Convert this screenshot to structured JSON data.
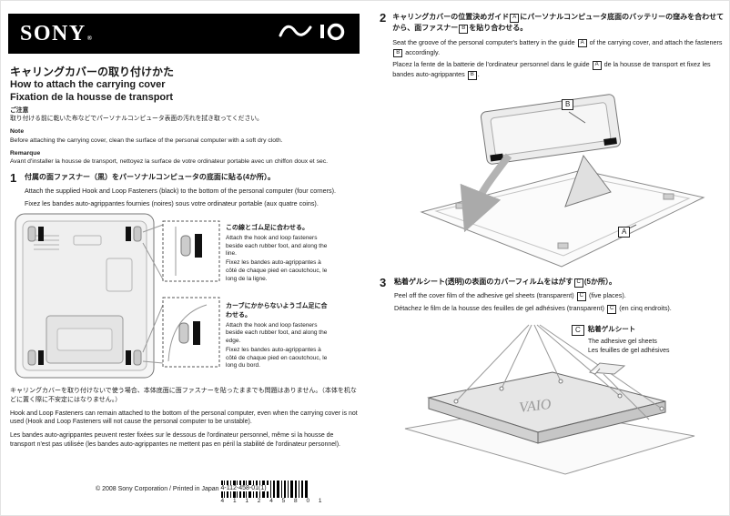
{
  "header": {
    "sony": "SONY",
    "sony_mark": "®",
    "vaio": "VAIO"
  },
  "title": {
    "ja": "キャリングカバーの取り付けかた",
    "en": "How to attach the carrying cover",
    "fr": "Fixation de la housse de transport"
  },
  "notice": {
    "ja_label": "ご注意",
    "ja": "取り付ける前に乾いた布などでパーソナルコンピュータ表面の汚れを拭き取ってください。",
    "en_label": "Note",
    "en": "Before attaching the carrying cover, clean the surface of the personal computer with a soft dry cloth.",
    "fr_label": "Remarque",
    "fr": "Avant d'installer la housse de transport, nettoyez la surface de votre ordinateur portable avec un chiffon doux et sec."
  },
  "step1": {
    "num": "1",
    "ja": "付属の面ファスナー（黒）をパーソナルコンピュータの底面に貼る(4か所）。",
    "en": "Attach the supplied Hook and Loop Fasteners (black) to the bottom of the personal computer (four corners).",
    "fr": "Fixez les bandes auto-agrippantes fournies (noires) sous votre ordinateur portable (aux quatre coins).",
    "callout_line": {
      "ja": "この線とゴム足に合わせる。",
      "en": "Attach the hook and loop fasteners beside each rubber foot, and along the line.",
      "fr": "Fixez les bandes auto-agrippantes à côté de chaque pied en caoutchouc, le long de la ligne."
    },
    "callout_curve": {
      "ja": "カーブにかからないようゴム足に合わせる。",
      "en": "Attach the hook and loop fasteners beside each rubber foot, and along the edge.",
      "fr": "Fixez les bandes auto-agrippantes à côté de chaque pied en caoutchouc, le long du bord."
    }
  },
  "remark": {
    "ja": "キャリングカバーを取り付けないで使う場合、本体底面に面ファスナーを貼ったままでも問題はありません。（本体を机などに置く際に不安定にはなりません。）",
    "en": "Hook and Loop Fasteners can remain attached to the bottom of the personal computer, even when the carrying cover is not used (Hook and Loop Fasteners will not cause the personal computer to be unstable).",
    "fr": "Les bandes auto-agrippantes peuvent rester fixées sur le dessous de l'ordinateur personnel, même si la housse de transport n'est pas utilisée (les bandes auto-agrippantes ne mettent pas en péril la stabilité de l'ordinateur personnel)."
  },
  "footer": {
    "copyright": "© 2008 Sony Corporation / Printed in Japan",
    "part_no": "4-112-458-01(1)",
    "barcode_digits": "4 1 1 2 4 5 8 0 1"
  },
  "step2": {
    "num": "2",
    "label_a": "A",
    "label_b": "B",
    "ja": [
      "キャリングカバーの位置決めガイド",
      "A",
      "にパーソナルコンピュータ底面のバッテリーの窪みを合わせてから、面ファスナー",
      "B",
      "を貼り合わせる。"
    ],
    "en": [
      "Seat the groove of the personal computer's battery in the guide ",
      "A",
      " of the carrying cover, and attach the fasteners ",
      "B",
      " accordingly."
    ],
    "fr": [
      "Placez la fente de la batterie de l'ordinateur personnel dans le guide ",
      "A",
      " de la housse de transport et fixez les bandes auto-agrippantes ",
      "B",
      "."
    ]
  },
  "step3": {
    "num": "3",
    "ja": [
      "粘着ゲルシート(透明)の表面のカバーフィルムをはがす",
      "C",
      "(5か所）。"
    ],
    "en": [
      "Peel off the cover film of the adhesive gel sheets (transparent) ",
      "C",
      " (five places)."
    ],
    "fr": [
      "Détachez le film de la housse des feuilles de gel adhésives (transparent) ",
      "C",
      " (en cinq endroits)."
    ],
    "laptop_label": "VAIO",
    "callout": {
      "label": "C",
      "ja": "粘着ゲルシート",
      "en": "The adhesive gel sheets",
      "fr": "Les feuilles de gel adhésives"
    }
  }
}
